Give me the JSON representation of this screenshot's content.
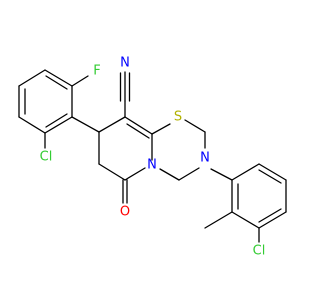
{
  "structure": {
    "atoms": [
      {
        "id": "N_nitrile",
        "text": "N",
        "color": "#0000ff"
      },
      {
        "id": "F",
        "text": "F",
        "color": "#33cc33"
      },
      {
        "id": "S",
        "text": "S",
        "color": "#b2b200"
      },
      {
        "id": "N_ring1",
        "text": "N",
        "color": "#0000ff"
      },
      {
        "id": "N_ring2",
        "text": "N",
        "color": "#0000ff"
      },
      {
        "id": "Cl_left",
        "text": "Cl",
        "color": "#33cc33"
      },
      {
        "id": "O",
        "text": "O",
        "color": "#ff0000"
      },
      {
        "id": "Cl_right",
        "text": "Cl",
        "color": "#33cc33"
      }
    ]
  }
}
